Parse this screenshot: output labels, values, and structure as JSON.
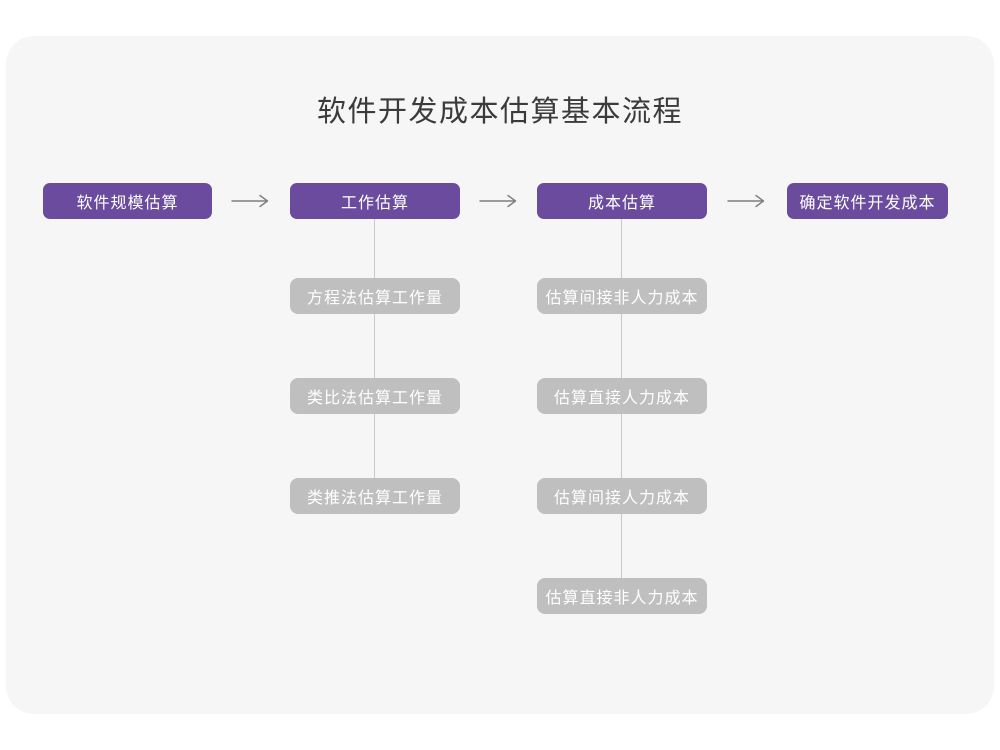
{
  "flow": {
    "title": "软件开发成本估算基本流程",
    "stages": [
      {
        "label": "软件规模估算"
      },
      {
        "label": "工作估算",
        "substeps": [
          "方程法估算工作量",
          "类比法估算工作量",
          "类推法估算工作量"
        ]
      },
      {
        "label": "成本估算",
        "substeps": [
          "估算间接非人力成本",
          "估算直接人力成本",
          "估算间接人力成本",
          "估算直接非人力成本"
        ]
      },
      {
        "label": "确定软件开发成本"
      }
    ],
    "colors": {
      "stage_fill": "#6a4b9d",
      "stage_text": "#ffffff",
      "substep_fill": "#bfbfbf",
      "substep_text": "#ffffff",
      "connector_line": "#c9c9c9",
      "arrow_stroke": "#7f7f7f",
      "card_background": "#f6f6f7",
      "page_background": "#ffffff",
      "title_text": "#3b3b3b"
    }
  }
}
